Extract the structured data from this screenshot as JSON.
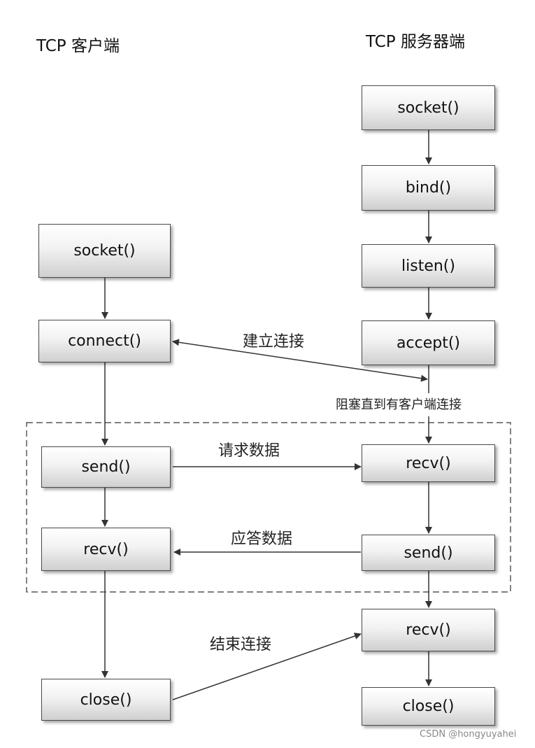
{
  "client": {
    "title": "TCP 客户端",
    "socket": "socket()",
    "connect": "connect()",
    "send": "send()",
    "recv": "recv()",
    "close": "close()"
  },
  "server": {
    "title": "TCP 服务器端",
    "socket": "socket()",
    "bind": "bind()",
    "listen": "listen()",
    "accept": "accept()",
    "recv": "recv()",
    "send": "send()",
    "recv2": "recv()",
    "close": "close()"
  },
  "labels": {
    "establish": "建立连接",
    "blocking": "阻塞直到有客户端连接",
    "request": "请求数据",
    "response": "应答数据",
    "finish": "结束连接"
  },
  "watermark": "CSDN @hongyuyahei"
}
